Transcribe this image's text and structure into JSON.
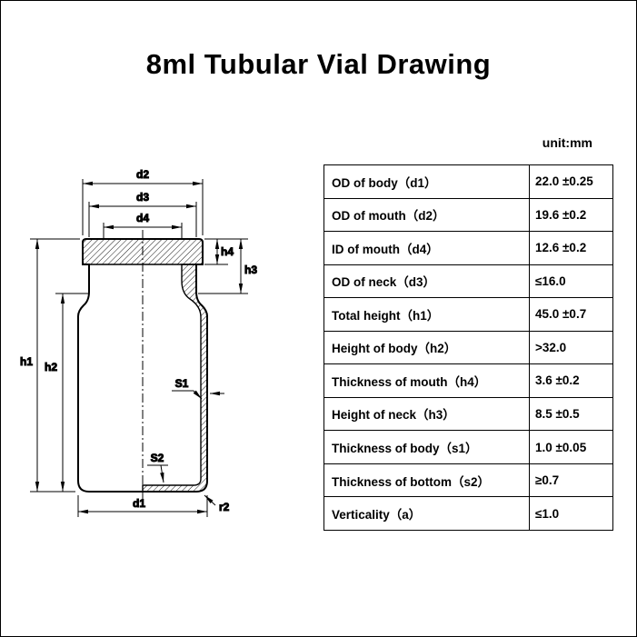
{
  "page": {
    "title": "8ml Tubular Vial Drawing"
  },
  "table": {
    "unit_label": "unit:mm",
    "rows": [
      {
        "label": "OD of body（d1）",
        "value": "22.0 ±0.25"
      },
      {
        "label": "OD of mouth（d2）",
        "value": "19.6 ±0.2"
      },
      {
        "label": "ID of mouth（d4）",
        "value": "12.6 ±0.2"
      },
      {
        "label": "OD of neck（d3）",
        "value": "≤16.0"
      },
      {
        "label": "Total height（h1）",
        "value": "45.0 ±0.7"
      },
      {
        "label": "Height of body（h2）",
        "value": ">32.0"
      },
      {
        "label": "Thickness of mouth（h4）",
        "value": "3.6 ±0.2"
      },
      {
        "label": "Height of neck（h3）",
        "value": "8.5 ±0.5"
      },
      {
        "label": "Thickness of body（s1）",
        "value": "1.0 ±0.05"
      },
      {
        "label": "Thickness of bottom（s2）",
        "value": "≥0.7"
      },
      {
        "label": "Verticality（a）",
        "value": "≤1.0"
      }
    ]
  },
  "drawing": {
    "labels": {
      "d1": "d1",
      "d2": "d2",
      "d3": "d3",
      "d4": "d4",
      "h1": "h1",
      "h2": "h2",
      "h3": "h3",
      "h4": "h4",
      "s1": "S1",
      "s2": "S2",
      "r2": "r2"
    }
  }
}
